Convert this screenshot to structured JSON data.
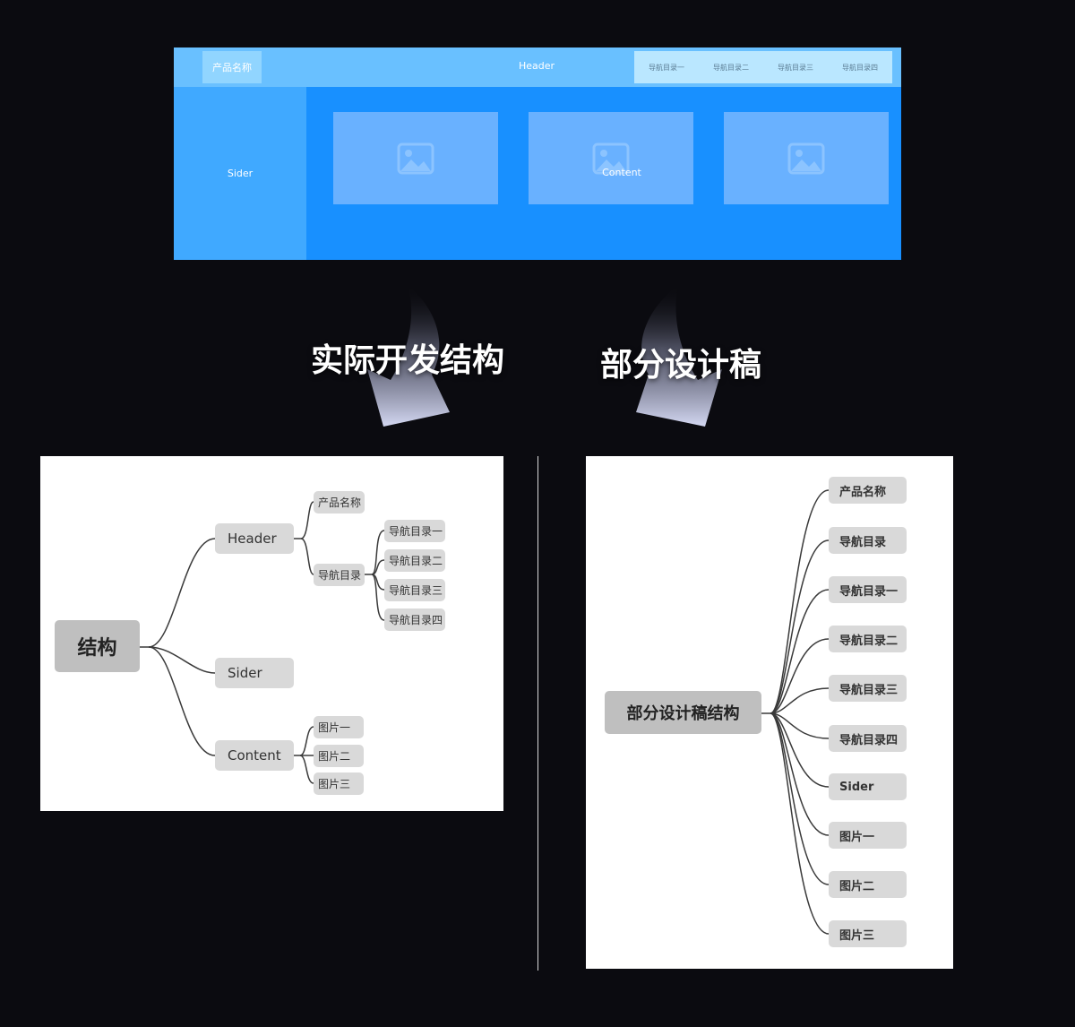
{
  "mockup": {
    "brand": "产品名称",
    "header": "Header",
    "nav_items": [
      "导航目录一",
      "导航目录二",
      "导航目录三",
      "导航目录四"
    ],
    "sider": "Sider",
    "content": "Content",
    "card_icon": "image-placeholder-icon"
  },
  "headings": {
    "left": "实际开发结构",
    "right": "部分设计稿"
  },
  "left_map": {
    "root": "结构",
    "header": "Header",
    "brand": "产品名称",
    "nav": "导航目录",
    "nav_items": [
      "导航目录一",
      "导航目录二",
      "导航目录三",
      "导航目录四"
    ],
    "sider": "Sider",
    "content": "Content",
    "images": [
      "图片一",
      "图片二",
      "图片三"
    ]
  },
  "right_map": {
    "root": "部分设计稿结构",
    "children": [
      "产品名称",
      "导航目录",
      "导航目录一",
      "导航目录二",
      "导航目录三",
      "导航目录四",
      "Sider",
      "图片一",
      "图片二",
      "图片三"
    ]
  },
  "colors": {
    "background": "#0b0b10",
    "header": "#69c0ff",
    "sider": "#40a9ff",
    "content": "#1890ff",
    "node": "#d9d9d9",
    "root_node": "#bfbfbf"
  }
}
